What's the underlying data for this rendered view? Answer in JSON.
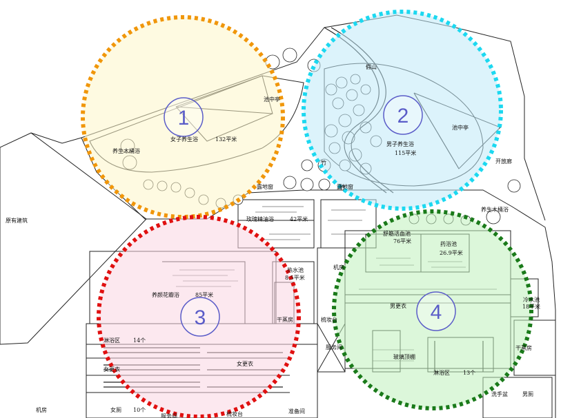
{
  "colors": {
    "zone1_fill": "#fdf6c8",
    "zone1_border": "#f0960a",
    "zone2_fill": "#bfeaf8",
    "zone2_border": "#1cd8f0",
    "zone3_fill": "#f9d6e2",
    "zone3_border": "#e01010",
    "zone4_fill": "#bff0bc",
    "zone4_border": "#1a7a1a",
    "marker_text": "#5a5cc8",
    "line": "#222222"
  },
  "zones": [
    {
      "id": "1",
      "marker": "1"
    },
    {
      "id": "2",
      "marker": "2"
    },
    {
      "id": "3",
      "marker": "3"
    },
    {
      "id": "4",
      "marker": "4"
    }
  ],
  "labels": {
    "existing_building": "原有建筑",
    "pool_pavilion_1": "池中亭",
    "wood_bath_1": "养生木桶浴",
    "womens_bath": "女子养生浴",
    "womens_bath_area": "132平米",
    "rockery": "假山",
    "pool_pavilion_2": "池中亭",
    "mens_bath": "男子养生浴",
    "mens_bath_area": "115平米",
    "open_corridor": "开放廊",
    "bamboo_1": "竹",
    "bamboo_2": "竹",
    "terrace_1": "露地窗",
    "terrace_2": "露地窗",
    "wood_bath_2": "养生木桶浴",
    "rose_oil_pool": "玫瑰精油浴",
    "rose_oil_area": "42平米",
    "muscle_pool": "舒筋活血池",
    "muscle_pool_area": "76平米",
    "herbal_pool": "药浴池",
    "herbal_pool_area": "26.9平米",
    "hot_water_pool": "热水池",
    "hot_water_area": "8.5平米",
    "machine_room_1": "机房",
    "flower_bath": "养颜花瓣浴",
    "flower_bath_area": "85平米",
    "mens_locker": "男更衣",
    "cold_pool": "冷水池",
    "cold_pool_area": "18平米",
    "sauna_1": "干蒸房",
    "reception_1": "梳妆台",
    "washroom_1": "服务间",
    "glass_roof": "玻璃顶棚",
    "sauna_2": "干蒸房",
    "shower_area_1": "淋浴区",
    "shower_count_1": "14个",
    "womens_locker": "女更衣",
    "womens_locker_2": "女更衣",
    "shower_area_2": "淋浴区",
    "shower_count_2": "13个",
    "wash_basin": "洗手盆",
    "mens_toilet": "男厕",
    "machine_room_2": "机房",
    "womens_toilet": "女厕",
    "womens_toilet_count": "10个",
    "dressing_table": "梳妆台",
    "prep_room": "准备间",
    "service_room": "服务间"
  }
}
